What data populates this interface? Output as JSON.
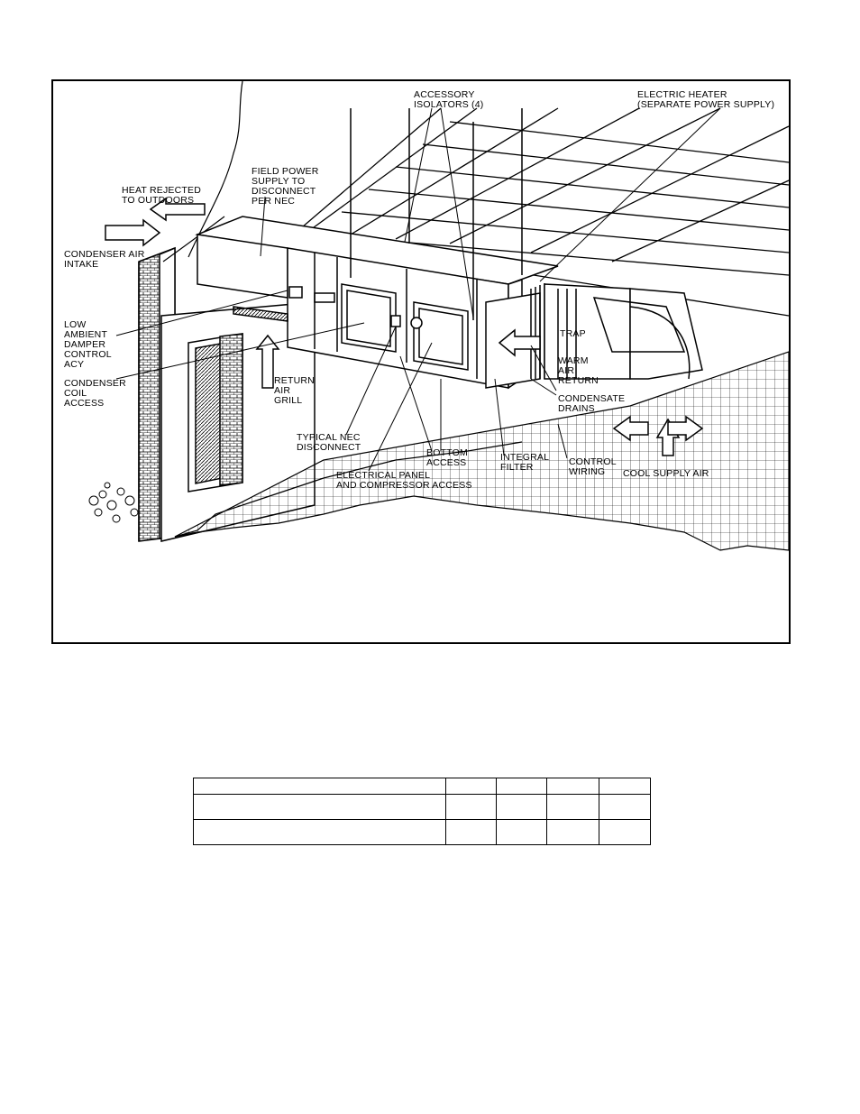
{
  "diagram": {
    "labels": {
      "accessory_isolators": [
        "ACCESSORY",
        "ISOLATORS (4)"
      ],
      "electric_heater": [
        "ELECTRIC HEATER",
        "(SEPARATE POWER SUPPLY)"
      ],
      "field_power": [
        "FIELD POWER",
        "SUPPLY TO",
        "DISCONNECT",
        "PER NEC"
      ],
      "heat_rejected": [
        "HEAT REJECTED",
        "TO OUTDOORS"
      ],
      "condenser_air_intake": [
        "CONDENSER AIR",
        "INTAKE"
      ],
      "low_ambient": [
        "LOW",
        "AMBIENT",
        "DAMPER",
        "CONTROL",
        "ACY"
      ],
      "condenser_coil": [
        "CONDENSER",
        "COIL",
        "ACCESS"
      ],
      "return_air_grill": [
        "RETURN",
        "AIR",
        "GRILL"
      ],
      "typical_nec": [
        "TYPICAL NEC",
        "DISCONNECT"
      ],
      "bottom_access": [
        "BOTTOM",
        "ACCESS"
      ],
      "electrical_panel": [
        "ELECTRICAL PANEL",
        "AND COMPRESSOR ACCESS"
      ],
      "integral_filter": [
        "INTEGRAL",
        "FILTER"
      ],
      "control_wiring": [
        "CONTROL",
        "WIRING"
      ],
      "trap": [
        "TRAP"
      ],
      "warm_air_return": [
        "WARM",
        "AIR",
        "RETURN"
      ],
      "condensate_drains": [
        "CONDENSATE",
        "DRAINS"
      ],
      "cool_supply_air": [
        "COOL SUPPLY AIR"
      ]
    }
  },
  "table": {
    "rows": [
      [
        "",
        "",
        "",
        "",
        ""
      ],
      [
        "",
        "",
        "",
        "",
        ""
      ],
      [
        "",
        "",
        "",
        "",
        ""
      ]
    ]
  }
}
